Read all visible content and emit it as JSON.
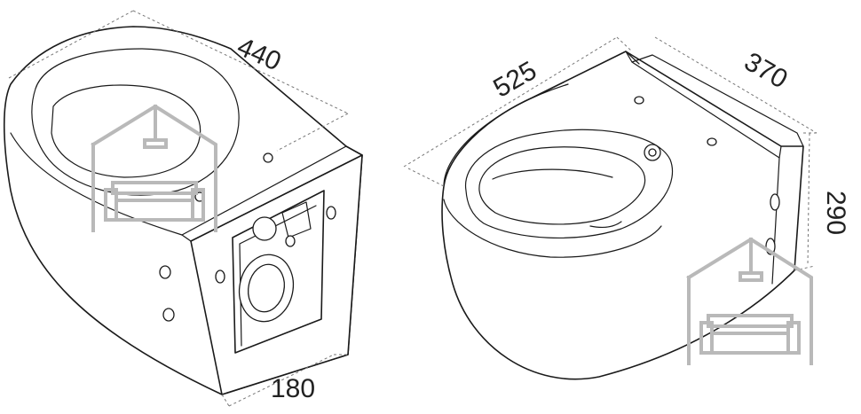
{
  "dimensions": {
    "left_depth": "440",
    "left_width": "180",
    "right_depth": "525",
    "right_width": "370",
    "right_height": "290"
  },
  "colors": {
    "line": "#1a1a1a",
    "dimension_line": "#777777",
    "watermark": "#b9b9b9"
  },
  "icons": [
    "house-sofa-watermark-icon"
  ]
}
